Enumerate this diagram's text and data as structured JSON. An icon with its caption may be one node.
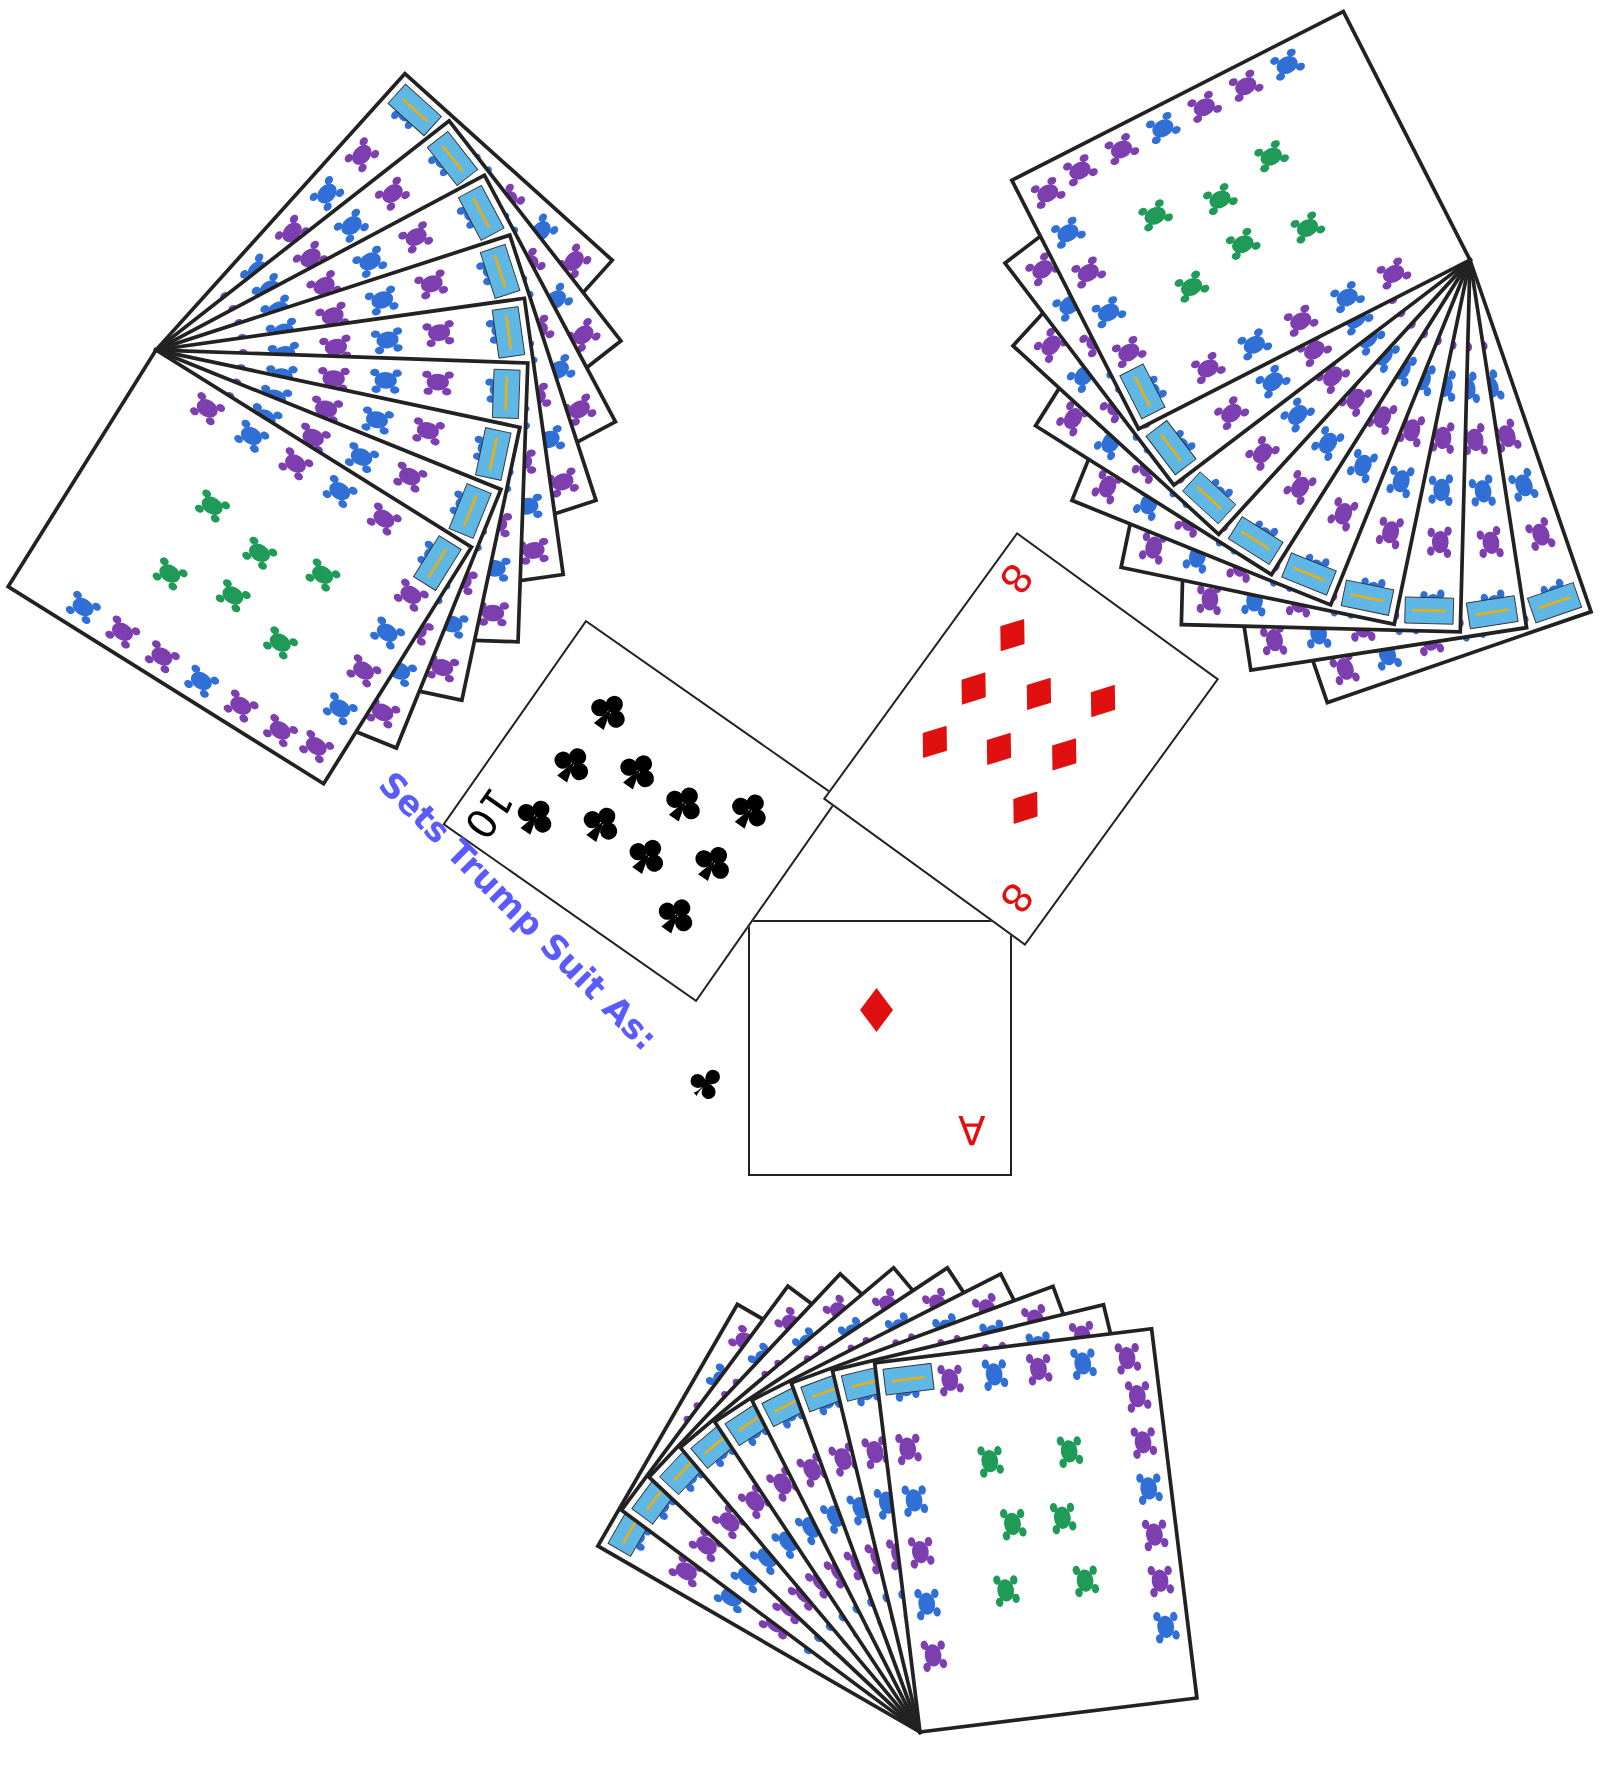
{
  "diagram": {
    "labels": [
      "Sets Trump Suit As:",
      "♣",
      "10",
      "8",
      "8",
      "A"
    ]
  }
}
